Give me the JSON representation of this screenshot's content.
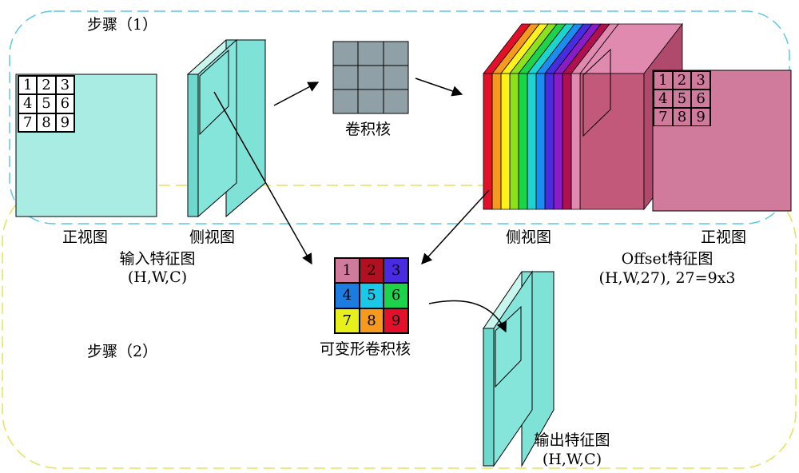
{
  "labels": {
    "step1": "步骤（1）",
    "step2": "步骤（2）",
    "front_view_input": "正视图",
    "side_view_input": "侧视图",
    "input_feature_map": "输入特征图",
    "input_shape": "(H,W,C)",
    "conv_kernel": "卷积核",
    "side_view_offset": "侧视图",
    "front_view_offset": "正视图",
    "offset_feature_map": "Offset特征图",
    "offset_shape": "(H,W,27), 27=9x3",
    "deformable_kernel": "可变形卷积核",
    "output_feature_map": "输出特征图",
    "output_shape": "(H,W,C)"
  },
  "grid_numbers": [
    "1",
    "2",
    "3",
    "4",
    "5",
    "6",
    "7",
    "8",
    "9"
  ],
  "colors": {
    "input_map": "#a9ece4",
    "input_side": "#7fe2d6",
    "offset_map": "#d07b9b",
    "offset_side": "#c2587a",
    "kernel_gray": "#8fa0a6",
    "step1_border": "#5cc8e8",
    "step2_border": "#e6e05a",
    "rainbow": [
      "#e4102a",
      "#f59a1c",
      "#fff21c",
      "#8ce01c",
      "#1cd34a",
      "#1cd4d0",
      "#1c8cf0",
      "#4a2ce0",
      "#8a1cc8",
      "#b01050",
      "#e08ab0"
    ],
    "deform_cells": [
      "#d07b9b",
      "#b01020",
      "#4a2ce0",
      "#1c7ce0",
      "#1cc8e8",
      "#1cd34a",
      "#e8f01c",
      "#f59a1c",
      "#e4102a"
    ]
  }
}
